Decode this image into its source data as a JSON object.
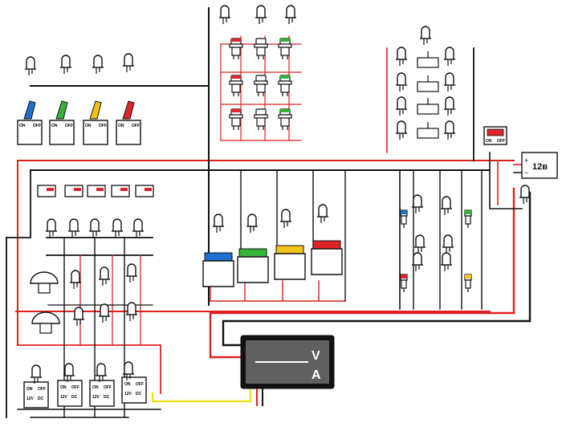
{
  "diagram": {
    "power_supply_label": "12в",
    "plus_sign": "+",
    "minus_sign": "−",
    "meter": {
      "v_label": "V",
      "a_label": "A"
    },
    "toggle_switch_text": {
      "on": "ON",
      "off": "OFF",
      "mid": "ON"
    },
    "rocker_text": {
      "on": "ON",
      "off": "OFF"
    },
    "small_rocker_text": {
      "on": "ON",
      "off": "OFF",
      "volt": "12V",
      "dc": "DC"
    },
    "colors": {
      "wire_red": "#e02020",
      "wire_black": "#111111",
      "wire_yellow": "#f0e020",
      "blue": "#1f6fd0",
      "green": "#34b53a",
      "yellow": "#f2c21b",
      "red": "#e0252a",
      "meter_body": "#606060"
    }
  }
}
